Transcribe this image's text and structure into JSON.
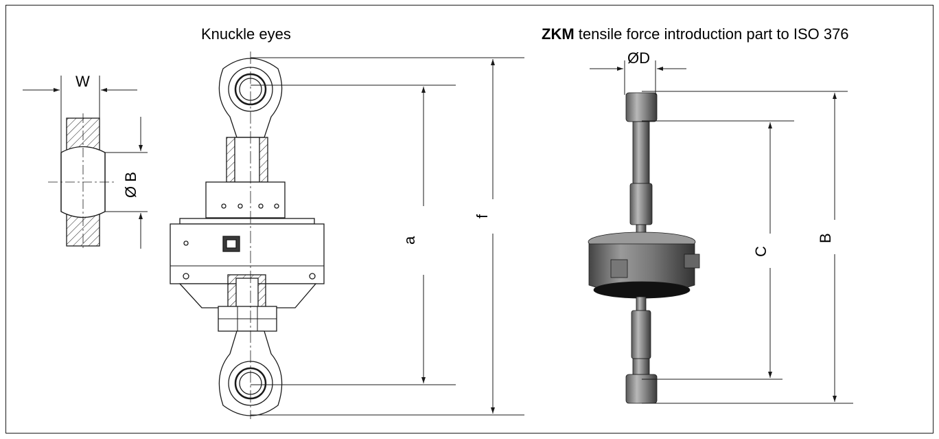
{
  "titles": {
    "knuckle": "Knuckle eyes",
    "zkm_bold": "ZKM",
    "zkm_rest": " tensile force introduction part to ISO 376"
  },
  "dimensions": {
    "w": "W",
    "b_diam": "Ø B",
    "a": "a",
    "f": "f",
    "d_diam": "ØD",
    "c": "C",
    "b": "B"
  },
  "colors": {
    "line": "#1a1a1a",
    "metal_light": "#c8c8c8",
    "metal_mid": "#8a8a8a",
    "metal_dark": "#3a3a3a"
  }
}
